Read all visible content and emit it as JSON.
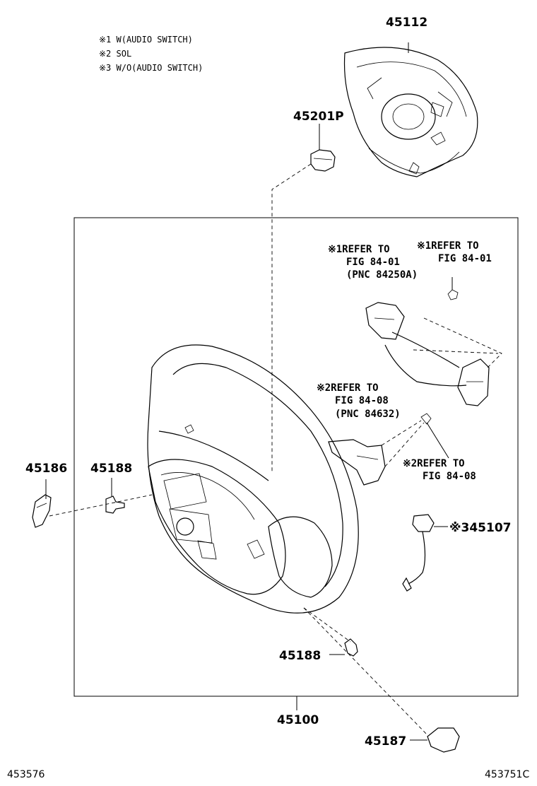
{
  "notes": [
    "※1 W(AUDIO SWITCH)",
    "※2 SOL",
    "※3 W/O(AUDIO SWITCH)"
  ],
  "parts": {
    "pad": "45112",
    "nut": "45201P",
    "wheel": "45100",
    "cover_left": "45186",
    "screw_left": "45188",
    "screw_bottom": "45188",
    "cover_bottom": "45187",
    "wire": "※345107"
  },
  "refs": {
    "ref1a": [
      "※1REFER TO",
      "FIG 84-01",
      "(PNC 84250A)"
    ],
    "ref1b": [
      "※1REFER TO",
      "FIG 84-01"
    ],
    "ref2a": [
      "※2REFER TO",
      "FIG 84-08",
      "(PNC 84632)"
    ],
    "ref2b": [
      "※2REFER TO",
      "FIG 84-08"
    ]
  },
  "footer": {
    "left_code": "453576",
    "right_code": "453751C"
  }
}
